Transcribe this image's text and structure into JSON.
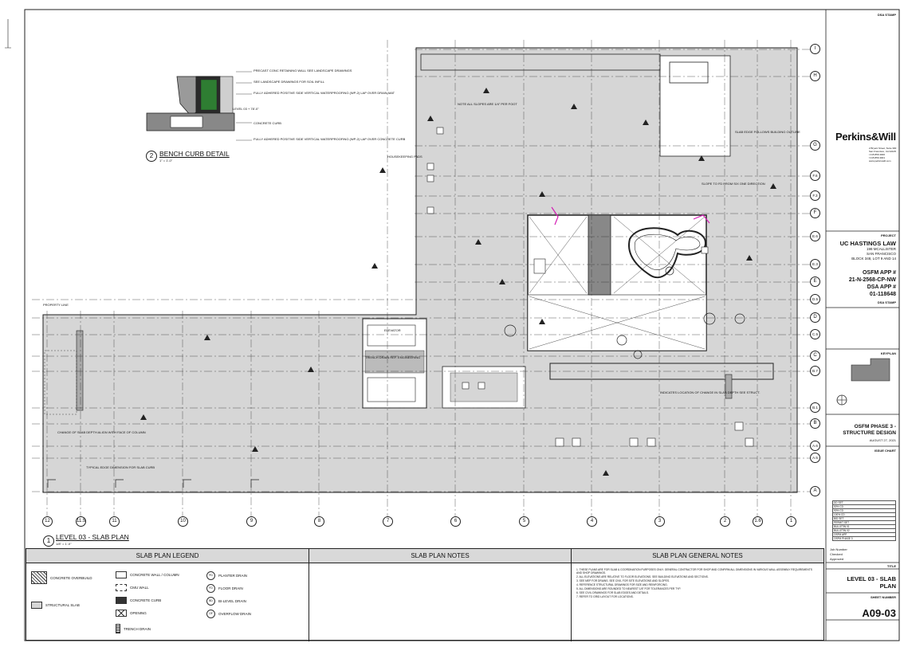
{
  "drawing": {
    "detail_title": "BENCH CURB DETAIL",
    "detail_number": "2",
    "detail_scale": "1\" = 1'-0\"",
    "plan_title": "LEVEL 03 - SLAB PLAN",
    "plan_number": "1",
    "plan_scale": "1/8\" = 1'-0\"",
    "detail_callouts": [
      "PRECAST CONC RETAINING WALL SEE LANDSCAPE DRAWINGS",
      "SEE LANDSCAPE DRAWINGS FOR SOIL INFILL",
      "FULLY ADHERED POSITIVE SIDE VERTICAL WATERPROOFING (WP-2) LAP OVER DRAIN MAT",
      "LEVEL 03 + 78'-0\"",
      "CONCRETE CURB",
      "FULLY ADHERED POSITIVE SIDE VERTICAL WATERPROOFING (WP-2) LAP OVER CONCRETE CURB"
    ],
    "grid_columns": [
      "12",
      "11.5",
      "11",
      "10",
      "9",
      "8",
      "7",
      "6",
      "5",
      "4",
      "3",
      "2",
      "1.6",
      "1"
    ],
    "grid_rows": [
      "I",
      "H",
      "G",
      "F.6",
      "F.3",
      "F",
      "E.6",
      "E.3",
      "E",
      "D.5",
      "D",
      "C.5",
      "C",
      "B.7",
      "B.1",
      "B",
      "A.6",
      "A.5",
      "A"
    ],
    "annotations": [
      "PROPERTY LINE",
      "HOUSEKEEPING PADS",
      "SLOPE TO FD FROM SIX ONE DIRECTION",
      "NOTE ALL SLOPES ARE 1/4\" PER FOOT",
      "SLAB EDGE FOLLOWS BUILDING OUTLINE",
      "ELEVATOR",
      "TRENCH DRAIN REF. ENGINEERING",
      "INDICATES LOCATION OF CHANGE IN SLAB DEPTH SEE STRUCT.",
      "TYPICAL EDGE DIMENSION FOR SLAB CURB",
      "CHANGE OF SLAB DEPTH ALIGN WITH FACE OF COLUMN"
    ]
  },
  "legend": {
    "slab_plan_legend_title": "SLAB PLAN LEGEND",
    "slab_plan_notes_title": "SLAB PLAN NOTES",
    "general_notes_title": "SLAB PLAN GENERAL NOTES",
    "items_col1": [
      {
        "label": "CONCRETE OVERBUILD"
      },
      {
        "label": "STRUCTURAL SLAB"
      }
    ],
    "items_col2": [
      {
        "label": "CONCRETE WALL / COLUMN"
      },
      {
        "label": "CMU WALL"
      },
      {
        "label": "CONCRETE CURB"
      },
      {
        "label": "OPENING"
      },
      {
        "label": "TRENCH DRAIN"
      }
    ],
    "items_col3": [
      {
        "code": "PD",
        "label": "PLANTER DRAIN"
      },
      {
        "code": "FD",
        "label": "FLOOR DRAIN"
      },
      {
        "code": "BD",
        "label": "BI-LEVEL DRAIN"
      },
      {
        "code": "OF",
        "label": "OVERFLOW DRAIN"
      }
    ],
    "general_notes": [
      "1. THESE PLANS ARE FOR SLAB & COORDINATION PURPOSES ONLY. GENERAL CONTRACTOR FOR SHOP AND CONFIRM ALL DIMENSIONS IN VARIOUS WALL ASSEMBLY REQUIREMENTS AND SHOP DRAWINGS.",
      "2. ALL ELEVATIONS ARE RELATIVE TO FLOOR ELEVATIONS. SEE BUILDING ELEVATIONS AND SECTIONS.",
      "3. SEE MEP FOR DRAINS. SEE CIVIL FOR SITE ELEVATIONS AND SLOPES.",
      "4. REFERENCE STRUCTURAL DRAWINGS FOR SIZE AND REINFORCING.",
      "5. ALL DIMENSIONS ARE ROUNDED TO NEAREST 1/8\" FOR TOLERANCES PER TYP.",
      "6. SEE CIVIL DRAWINGS FOR SLAB EDGES AND DETAILS.",
      "7. REFER TO GRID LAYOUT FOR LOCATIONS."
    ]
  },
  "title_block": {
    "stamp_top": "DSA STAMP",
    "firm": "Perkins&Will",
    "firm_address": [
      "2 Bryant Street, Suite 300",
      "San Francisco, CA 94105",
      "t 415.856.3000",
      "f 415.856.3001",
      "www.perkinswill.com"
    ],
    "project_label": "PROJECT",
    "project_name": "UC HASTINGS LAW",
    "project_address": [
      "198 MCALLISTER",
      "SAN FRANCISCO",
      "BLOCK 348, LOT 9 AND 14"
    ],
    "osfm_app_label": "OSFM APP #",
    "osfm_app": "21-N-2568-CP-NW",
    "dsa_app_label": "DSA APP #",
    "dsa_app": "01-118648",
    "stamp_mid": "DSA STAMP",
    "keyplan_label": "KEYPLAN",
    "phase": "OSFM PHASE 3 - STRUCTURE DESIGN",
    "phase_date": "AUGUST 27, 2021",
    "issue_chart_label": "ISSUE CHART",
    "rev_rows": [
      "DD SET",
      "50% CD",
      "90% CD",
      "100% CD",
      "BID SET",
      "PERMIT SET",
      "BULLETIN 01",
      "BULLETIN 02",
      "OSFM APP",
      "OSFM PHASE 3"
    ],
    "job_number_label": "Job Number",
    "drawn_label": "Checked",
    "approved_label": "Approved",
    "title_label": "TITLE",
    "sheet_title": "LEVEL 03 - SLAB PLAN",
    "sheet_number_label": "SHEET NUMBER",
    "sheet_number": "A09-03"
  },
  "colors": {
    "slab": "#d6d6d6",
    "line": "#222222",
    "magenta": "#d41fb5",
    "green": "#2e7d32"
  }
}
